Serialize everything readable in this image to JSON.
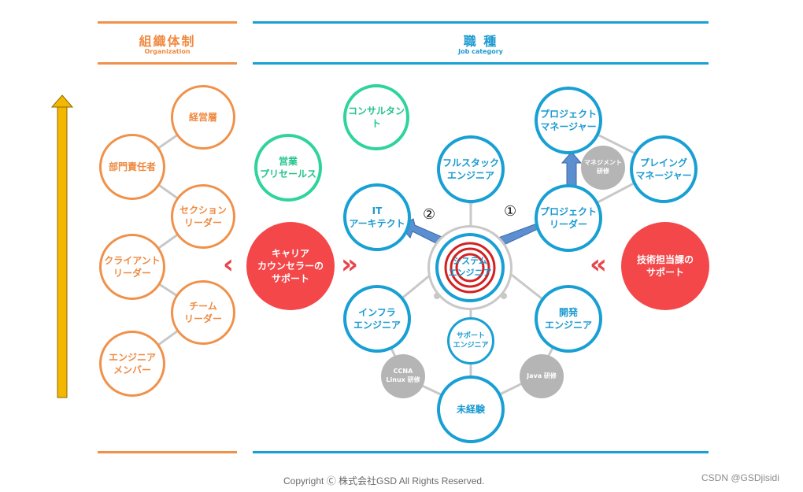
{
  "organization": {
    "title": "組織体制",
    "subtitle": "Organization",
    "nodes": {
      "executive": "経営層",
      "department_head": "部門責任者",
      "section_leader": "セクション\nリーダー",
      "client_leader": "クライアント\nリーダー",
      "team_leader": "チーム\nリーダー",
      "engineer_member": "エンジニア\nメンバー"
    }
  },
  "job_category": {
    "title": "職 種",
    "subtitle": "Job category",
    "nodes": {
      "consultant": "コンサルタント",
      "sales_presales": "営業\nプリセールス",
      "fullstack": "フルスタック\nエンジニア",
      "it_architect": "IT\nアーキテクト",
      "system_engineer": "システム\nエンジニア",
      "project_manager": "プロジェクト\nマネージャー",
      "playing_manager": "プレイング\nマネージャー",
      "project_leader": "プロジェクト\nリーダー",
      "infra_engineer": "インフラ\nエンジニア",
      "dev_engineer": "開発\nエンジニア",
      "support_engineer": "サポート\nエンジニア",
      "inexperienced": "未経験"
    },
    "trainings": {
      "management": "マネジメント\n研修",
      "ccna_linux": "CCNA\nLinux 研修",
      "java": "Java 研修"
    }
  },
  "support": {
    "career_counselor": "キャリア\nカウンセラーの\nサポート",
    "tech_manager": "技術担当課の\nサポート"
  },
  "annotations": {
    "path1": "①",
    "path2": "②"
  },
  "footer": {
    "copyright": "Copyright Ⓒ 株式会社GSD All Rights Reserved.",
    "watermark": "CSDN @GSDjisidi"
  },
  "colors": {
    "orange": "#f0914a",
    "blue": "#189fd4",
    "green": "#2fd49a",
    "red": "#f4474a",
    "grey": "#b5b5b5",
    "arrow_yellow": "#f4b700",
    "arrow_blue": "#5b8fd0"
  }
}
